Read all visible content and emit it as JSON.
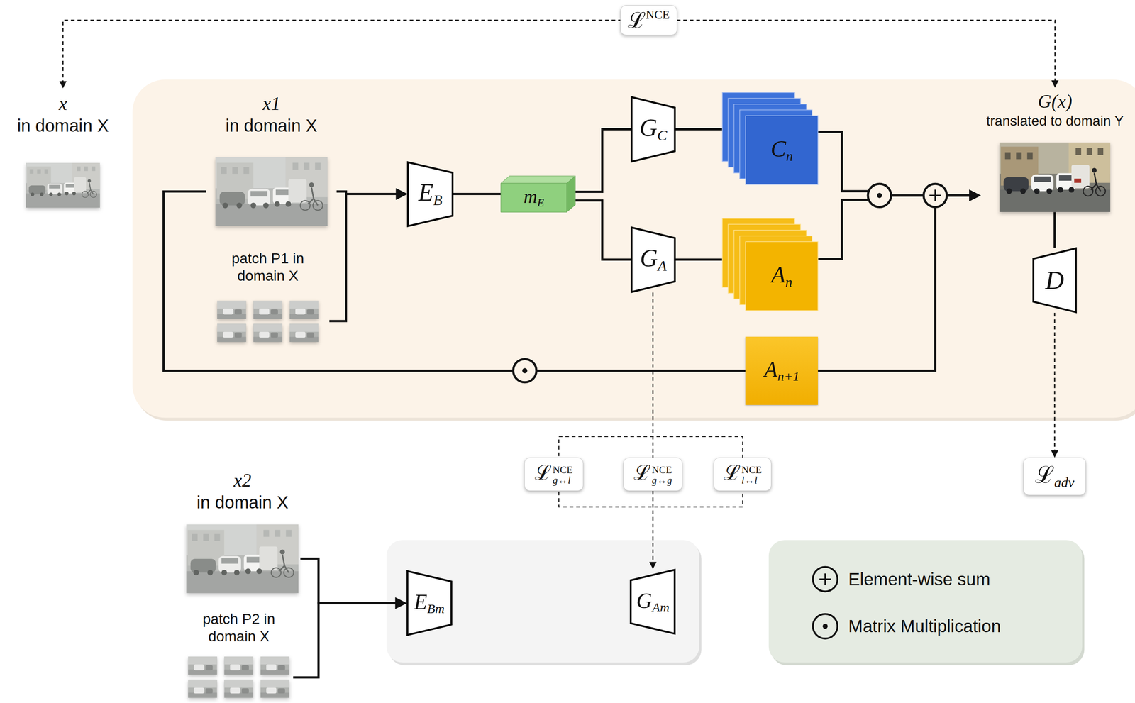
{
  "diagram": {
    "nodes": [
      {
        "text": [
          "x",
          "in domain X"
        ]
      },
      {
        "text": [
          "x1",
          "in domain X"
        ]
      },
      {
        "text": [
          "patch P1 in domain X"
        ]
      },
      {
        "text": [
          "EB"
        ]
      },
      {
        "text": [
          "mE"
        ]
      },
      {
        "text": [
          "GC"
        ]
      },
      {
        "text": [
          "GA"
        ]
      },
      {
        "text": [
          "Cn"
        ]
      },
      {
        "text": [
          "An"
        ]
      },
      {
        "text": [
          "An+1"
        ]
      },
      {
        "text": [
          "G(x)",
          "translated to domain Y"
        ]
      },
      {
        "text": [
          "D"
        ]
      },
      {
        "text": [
          "x2",
          "in domain X"
        ]
      },
      {
        "text": [
          "patch P2 in domain X"
        ]
      },
      {
        "text": [
          "EBm"
        ]
      },
      {
        "text": [
          "GAm"
        ]
      },
      {
        "text": [
          "ℒadv"
        ]
      },
      {
        "text": [
          "ℒNCEg↔l"
        ]
      },
      {
        "text": [
          "ℒNCEg↔g"
        ]
      },
      {
        "text": [
          "ℒNCEl↔l"
        ]
      }
    ],
    "edges": [
      {
        "from": 0,
        "to": 10,
        "arrow": "both",
        "label": "ℒNCE"
      },
      {
        "from": 1,
        "to": 3,
        "arrow": "to"
      },
      {
        "from": 2,
        "to": 3,
        "arrow": "to"
      },
      {
        "from": 1,
        "to": 9,
        "arrow": "none"
      },
      {
        "from": 3,
        "to": 4,
        "arrow": "none"
      },
      {
        "from": 4,
        "to": 5,
        "arrow": "none"
      },
      {
        "from": 4,
        "to": 6,
        "arrow": "none"
      },
      {
        "from": 5,
        "to": 7,
        "arrow": "none"
      },
      {
        "from": 6,
        "to": 8,
        "arrow": "none"
      },
      {
        "from": 7,
        "to": 10,
        "arrow": "to"
      },
      {
        "from": 8,
        "to": 10,
        "arrow": "to"
      },
      {
        "from": 9,
        "to": 10,
        "arrow": "to"
      },
      {
        "from": 10,
        "to": 11,
        "arrow": "none"
      },
      {
        "from": 11,
        "to": 16,
        "arrow": "to"
      },
      {
        "from": 6,
        "to": 18,
        "arrow": "none"
      },
      {
        "from": 18,
        "to": 15,
        "arrow": "to"
      },
      {
        "from": 12,
        "to": 14,
        "arrow": "to"
      },
      {
        "from": 13,
        "to": 14,
        "arrow": "to"
      }
    ],
    "legend": [
      {
        "text": "Element-wise sum"
      },
      {
        "text": "Matrix Multiplication"
      }
    ]
  }
}
